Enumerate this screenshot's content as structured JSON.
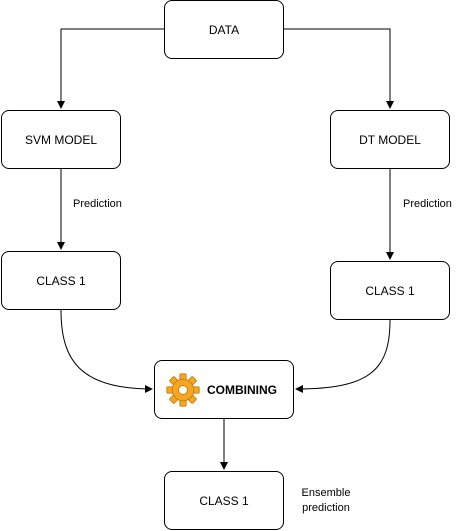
{
  "nodes": {
    "data": "DATA",
    "svm_model": "SVM MODEL",
    "dt_model": "DT MODEL",
    "class_left": "CLASS 1",
    "class_right": "CLASS 1",
    "combining": "COMBINING",
    "final_class": "CLASS 1"
  },
  "edge_labels": {
    "left_prediction": "Prediction",
    "right_prediction": "Prediction",
    "ensemble_line1": "Ensemble",
    "ensemble_line2": "prediction"
  },
  "icons": {
    "combining": "gear-icon"
  },
  "colors": {
    "line": "#000000",
    "gear_fill": "#f5a623",
    "gear_stroke": "#c77d0a"
  }
}
